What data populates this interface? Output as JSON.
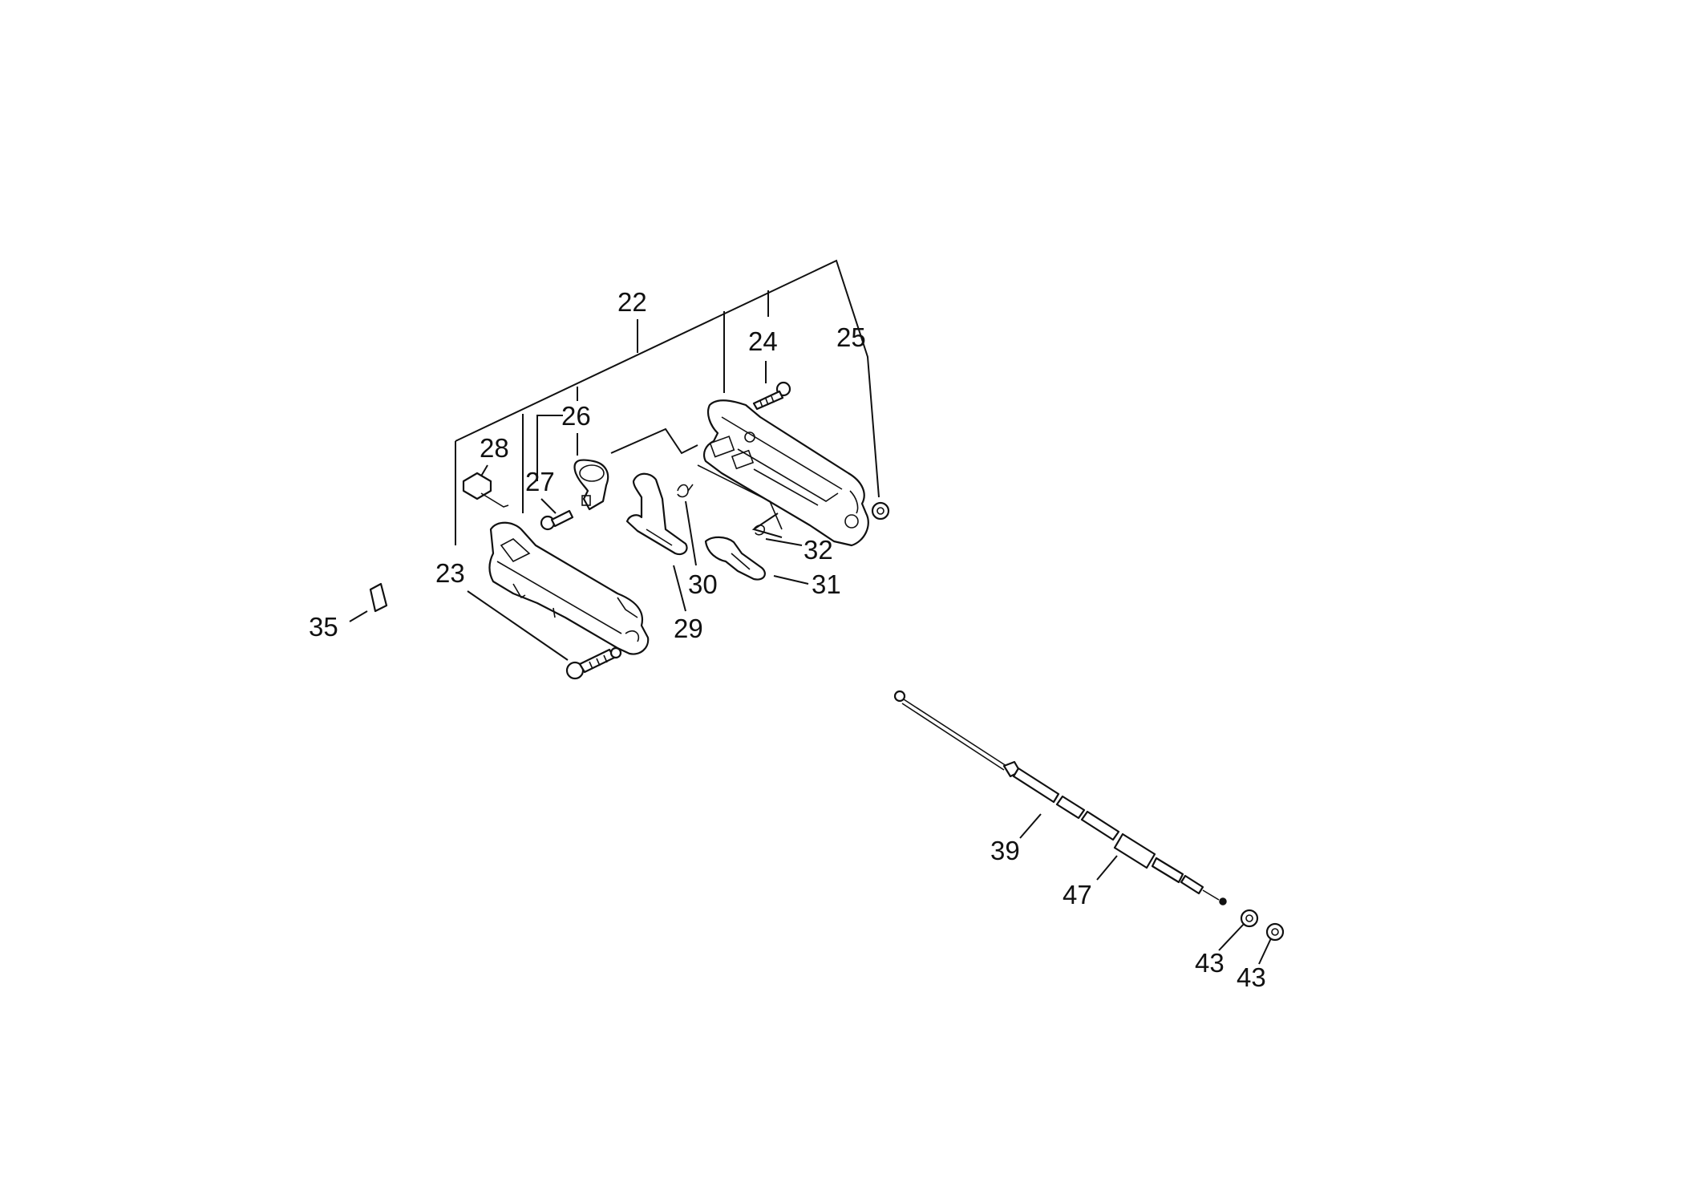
{
  "callouts": [
    {
      "id": "c22",
      "label": "22"
    },
    {
      "id": "c23",
      "label": "23"
    },
    {
      "id": "c24",
      "label": "24"
    },
    {
      "id": "c25",
      "label": "25"
    },
    {
      "id": "c26",
      "label": "26"
    },
    {
      "id": "c27",
      "label": "27"
    },
    {
      "id": "c28",
      "label": "28"
    },
    {
      "id": "c29",
      "label": "29"
    },
    {
      "id": "c30",
      "label": "30"
    },
    {
      "id": "c31",
      "label": "31"
    },
    {
      "id": "c32",
      "label": "32"
    },
    {
      "id": "c35",
      "label": "35"
    },
    {
      "id": "c39",
      "label": "39"
    },
    {
      "id": "c47",
      "label": "47"
    },
    {
      "id": "c43a",
      "label": "43"
    },
    {
      "id": "c43b",
      "label": "43"
    }
  ]
}
